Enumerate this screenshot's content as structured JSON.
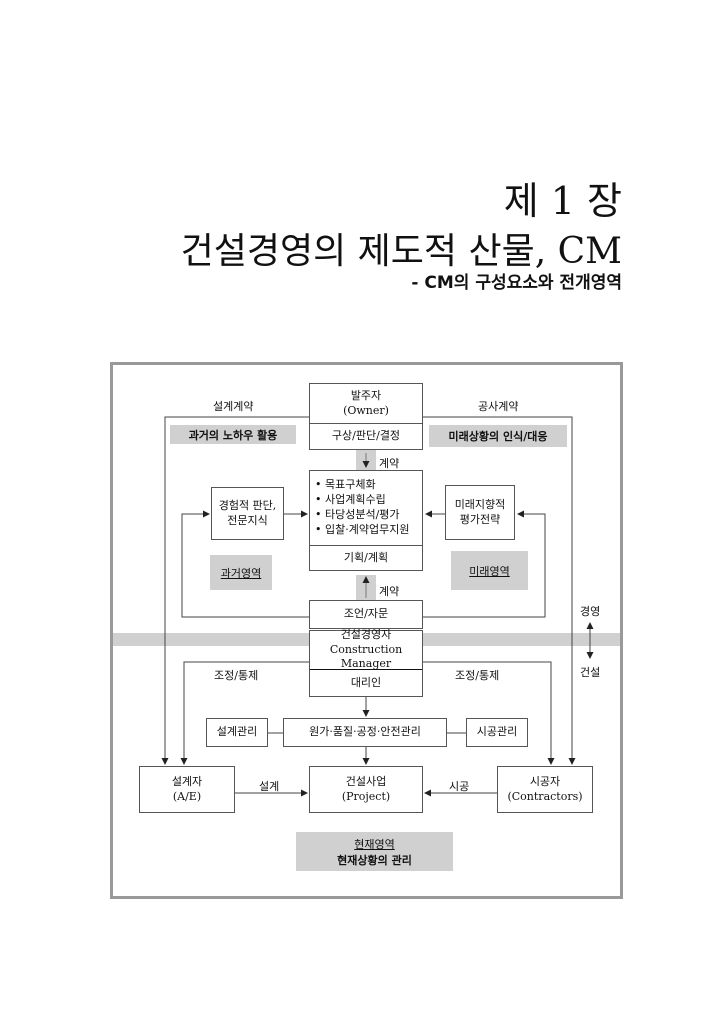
{
  "heading": {
    "chapter": "제 1 장",
    "title": "건설경영의 제도적 산물, CM",
    "subtitle": "- CM의 구성요소와 전개영역"
  },
  "diagram": {
    "owner": {
      "name": "발주자",
      "en": "(Owner)",
      "role": "구상/판단/결정"
    },
    "design_contract": "설계계약",
    "construction_contract": "공사계약",
    "past_knowhow": "과거의 노하우 활용",
    "future_response": "미래상황의 인식/대응",
    "contract1": "계약",
    "contract2": "계약",
    "planning_items": [
      "• 목표구체화",
      "• 사업계획수립",
      "• 타당성분석/평가",
      "• 입찰·계약업무지원"
    ],
    "planning": "기획/계획",
    "experience": [
      "경험적 판단,",
      "전문지식"
    ],
    "future_strategy": [
      "미래지향적",
      "평가전략"
    ],
    "past_area": "과거영역",
    "future_area": "미래영역",
    "advice": "조언/자문",
    "cm": {
      "name": "건설경영자",
      "en": "Construction Manager",
      "role": "대리인"
    },
    "management": "경영",
    "construction": "건설",
    "control_left": "조정/통제",
    "control_right": "조정/통제",
    "design_mgmt": "설계관리",
    "core_mgmt": "원가·품질·공정·안전관리",
    "construction_mgmt": "시공관리",
    "designer": {
      "name": "설계자",
      "en": "(A/E)"
    },
    "project": {
      "name": "건설사업",
      "en": "(Project)"
    },
    "contractor": {
      "name": "시공자",
      "en": "(Contractors)"
    },
    "design_label": "설계",
    "build_label": "시공",
    "present_area": "현재영역",
    "present_mgmt": "현재상황의 관리"
  }
}
